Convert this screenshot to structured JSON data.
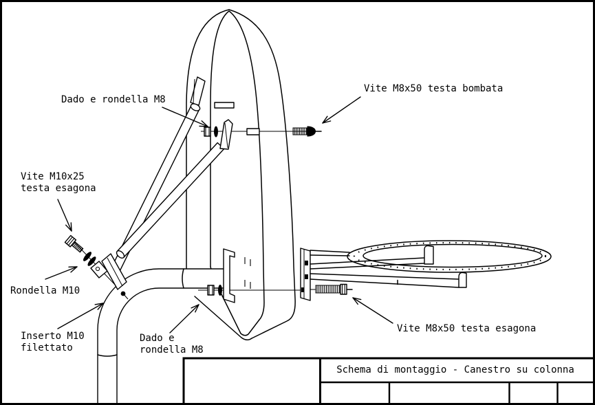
{
  "drawing": {
    "title_block": {
      "title": "Schema di montaggio - Canestro su colonna"
    },
    "labels": {
      "nut_washer_m8_top": "Dado e rondella M8",
      "screw_m8x50_dome": "Vite M8x50 testa bombata",
      "screw_m10x25_hex": "Vite M10x25\ntesta esagona",
      "washer_m10": "Rondella M10",
      "insert_m10": "Inserto M10\nfilettato",
      "nut_washer_m8_bottom": "Dado e\nrondella M8",
      "screw_m8x50_hex": "Vite M8x50 testa esagona"
    },
    "colors": {
      "line": "#000000",
      "background": "#ffffff"
    }
  }
}
